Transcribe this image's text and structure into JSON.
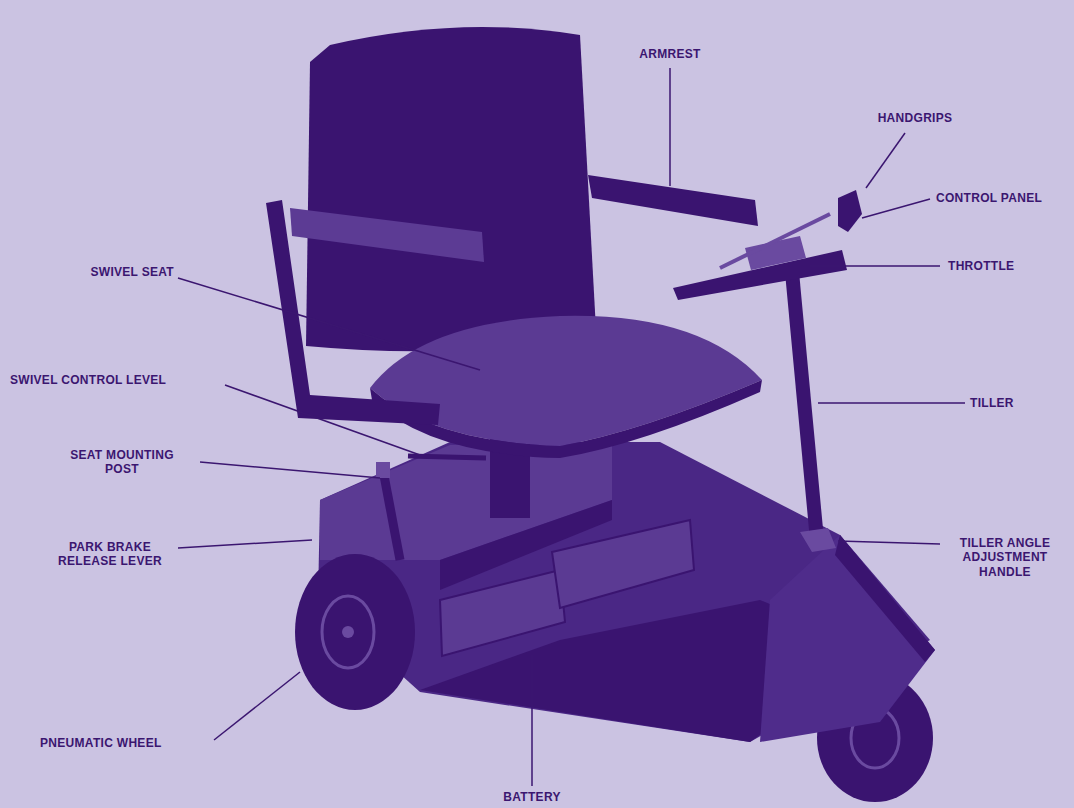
{
  "diagram": {
    "labels": [
      "ARMREST",
      "HANDGRIPS",
      "CONTROL PANEL",
      "THROTTLE",
      "SWIVEL SEAT",
      "TILLER",
      "SWIVEL CONTROL LEVEL",
      "SEAT MOUNTING POST",
      "PARK BRAKE RELEASE LEVER",
      "TILLER ANGLE ADJUSTMENT HANDLE",
      "PNEUMATIC WHEEL",
      "BATTERY"
    ]
  }
}
